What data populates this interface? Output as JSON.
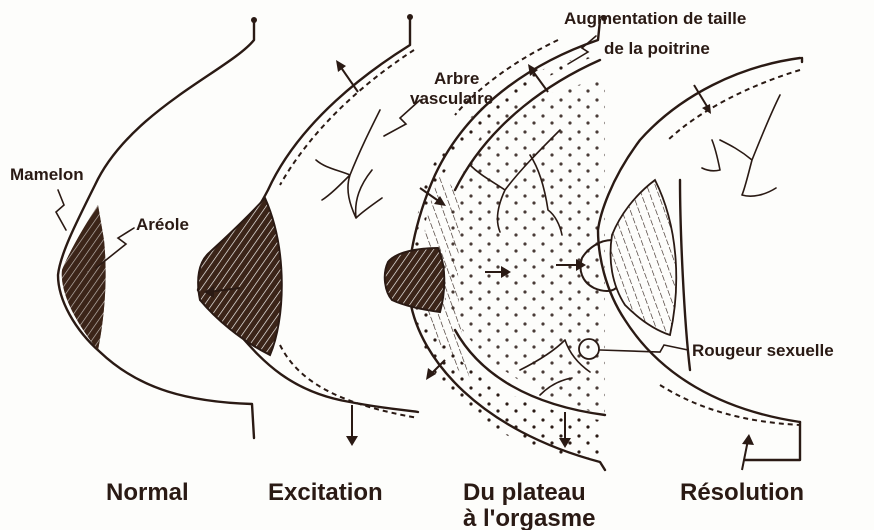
{
  "labels": {
    "mamelon": "Mamelon",
    "areole": "Aréole",
    "arbre_line1": "Arbre",
    "arbre_line2": "vasculaire",
    "augm_line1": "Augmentation de taille",
    "augm_line2": "de la poitrine",
    "rougeur": "Rougeur sexuelle"
  },
  "phases": {
    "normal": "Normal",
    "excitation": "Excitation",
    "plateau_line1": "Du plateau",
    "plateau_line2": "à l'orgasme",
    "resolution": "Résolution"
  }
}
